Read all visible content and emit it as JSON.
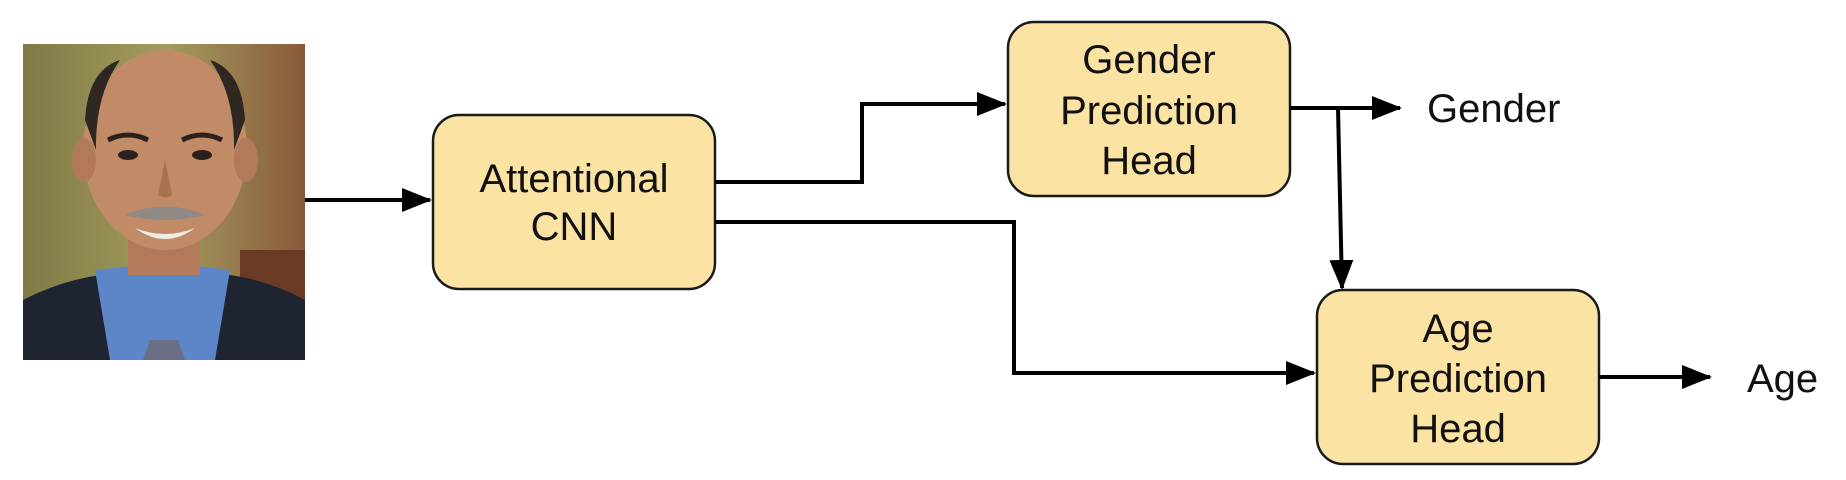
{
  "nodes": {
    "attentional_cnn": {
      "line1": "Attentional",
      "line2": "CNN"
    },
    "gender_head": {
      "line1": "Gender",
      "line2": "Prediction",
      "line3": "Head"
    },
    "age_head": {
      "line1": "Age",
      "line2": "Prediction",
      "line3": "Head"
    }
  },
  "outputs": {
    "gender": "Gender",
    "age": "Age"
  },
  "colors": {
    "box_fill": "#fbe3a3",
    "box_stroke": "#1a1a1a",
    "arrow": "#000000"
  },
  "input_image": "face-photo"
}
